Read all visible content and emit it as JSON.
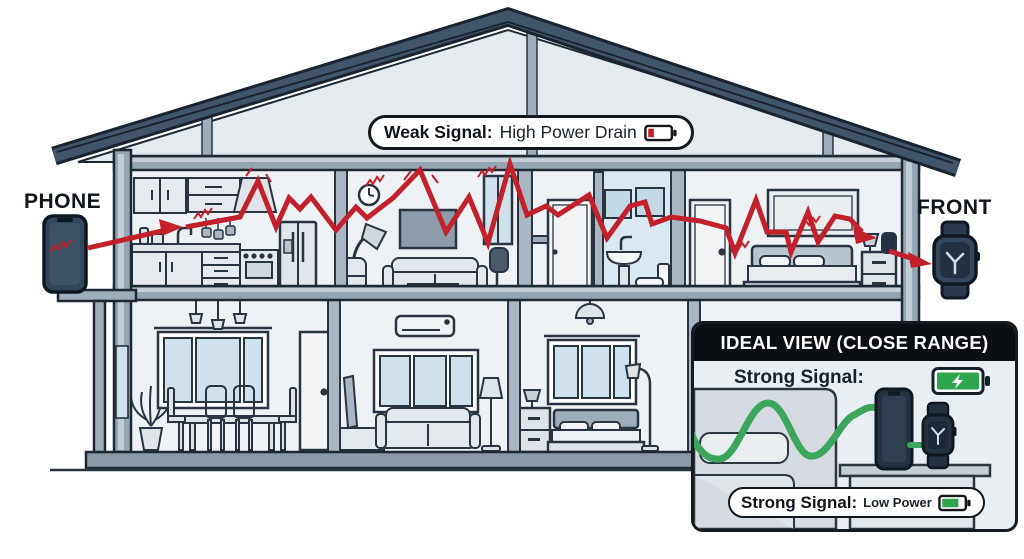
{
  "labels": {
    "phone": "PHONE",
    "front": "FRONT"
  },
  "weak_signal_callout": {
    "title_bold": "Weak Signal:",
    "title_rest": "High Power Drain",
    "battery_icon": "battery-low-red-icon",
    "battery_level": "low"
  },
  "ideal_view_panel": {
    "header": "IDEAL VIEW (CLOSE RANGE)",
    "strong_signal_label": "Strong Signal:",
    "charging_battery_icon": "battery-charging-green-icon",
    "footer_callout": {
      "title_bold": "Strong Signal:",
      "title_rest": "Low Power",
      "battery_icon": "battery-high-green-icon",
      "battery_level": "high"
    }
  },
  "icons": {
    "phone_device": "smartphone-icon",
    "watch_device": "smartwatch-icon",
    "weak_signal_path": "red-zigzag-signal",
    "strong_signal_path": "green-sine-wave"
  },
  "colors": {
    "signal_weak": "#c2202a",
    "signal_strong": "#3ba55b",
    "roof": "#42566b",
    "structure": "#97a5b2",
    "interior": "#eef2f5",
    "window": "#cfe2ec",
    "panel_header_bg": "#0b0f14",
    "battery_green": "#2fa44f",
    "battery_red": "#c2202a"
  }
}
